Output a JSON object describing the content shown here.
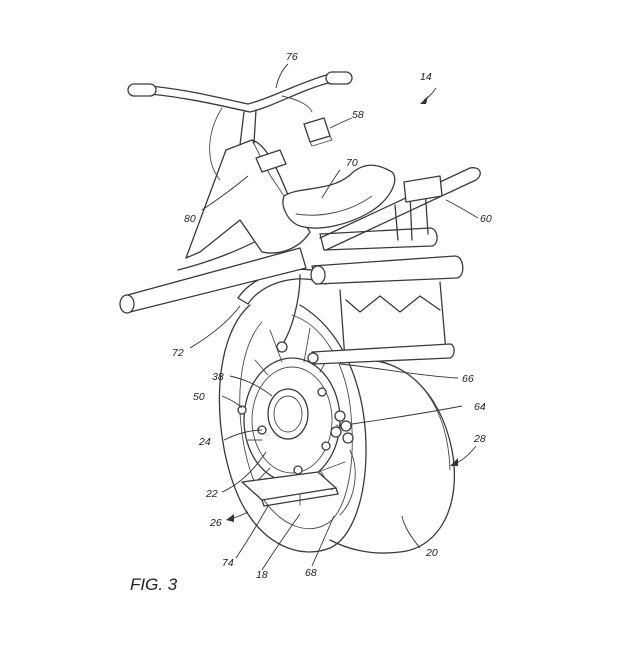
{
  "figure": {
    "caption": "FIG. 3",
    "reference_numerals": {
      "r76": "76",
      "r14": "14",
      "r58": "58",
      "r70": "70",
      "r80": "80",
      "r60": "60",
      "r72": "72",
      "r38": "38",
      "r66": "66",
      "r50": "50",
      "r64": "64",
      "r28": "28",
      "r24": "24",
      "r22": "22",
      "r26": "26",
      "r74": "74",
      "r18": "18",
      "r68": "68",
      "r20": "20"
    }
  }
}
